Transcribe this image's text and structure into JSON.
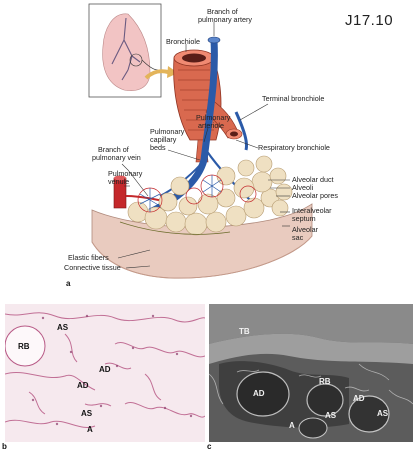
{
  "figure_id": "J17.10",
  "panel_letters": {
    "a": "a",
    "b": "b",
    "c": "c"
  },
  "labels": {
    "branch_pulmonary_artery": [
      "Branch of",
      "pulmonary artery"
    ],
    "bronchiole": "Bronchiole",
    "terminal_bronchiole": "Terminal bronchiole",
    "pulmonary_arteriole": [
      "Pulmonary",
      "arteriole"
    ],
    "branch_pulmonary_vein": [
      "Branch of",
      "pulmonary vein"
    ],
    "pulmonary_capillary_beds": [
      "Pulmonary",
      "capillary",
      "beds"
    ],
    "respiratory_bronchiole": "Respiratory bronchiole",
    "pulmonary_venule": [
      "Pulmonary",
      "venule"
    ],
    "alveolar_duct": "Alveolar duct",
    "alveoli": "Alveoli",
    "alveolar_pores": "Alveolar pores",
    "interalveolar_septum": [
      "Interalveolar",
      "septum"
    ],
    "alveolar_sac": [
      "Alveolar",
      "sac"
    ],
    "elastic_fibers": "Elastic fibers",
    "connective_tissue": "Connective tissue"
  },
  "micrograph_b": {
    "rb": "RB",
    "as1": "AS",
    "ad1": "AD",
    "ad2": "AD",
    "as2": "AS",
    "a": "A"
  },
  "micrograph_c": {
    "tb": "TB",
    "ad": "AD",
    "rb": "RB",
    "ad2": "AD",
    "as1": "AS",
    "as2": "AS",
    "a": "A"
  },
  "colors": {
    "artery": "#2b5aa8",
    "vein": "#c4282b",
    "bronchiole": "#d9694f",
    "alveoli": "#efe0c2",
    "tissue": "#e9cbbf"
  }
}
